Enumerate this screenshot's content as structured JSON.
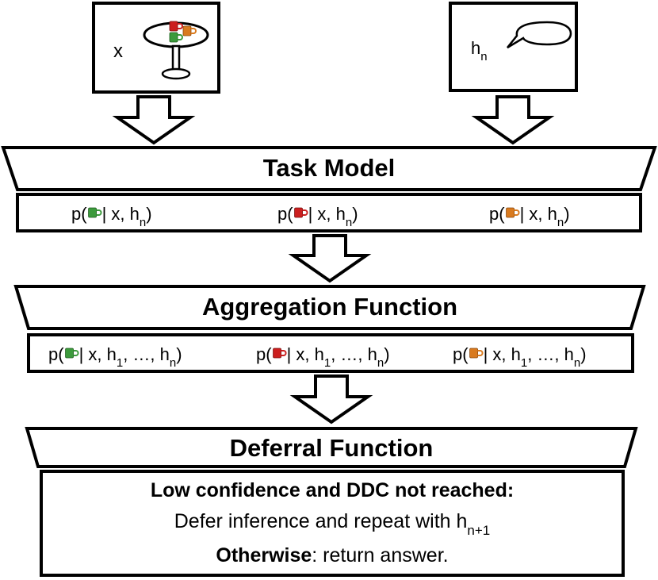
{
  "input_box": {
    "var": "x"
  },
  "hint_box": {
    "var": "h",
    "sub": "n"
  },
  "task_model": {
    "title": "Task Model",
    "probs": [
      {
        "mug": "green",
        "pre": "p(",
        "post": "| x, h",
        "sub": "n",
        "close": ")"
      },
      {
        "mug": "red",
        "pre": "p(",
        "post": "| x, h",
        "sub": "n",
        "close": ")"
      },
      {
        "mug": "orange",
        "pre": "p(",
        "post": "| x, h",
        "sub": "n",
        "close": ")"
      }
    ]
  },
  "aggregation": {
    "title": "Aggregation Function",
    "probs": [
      {
        "mug": "green",
        "pre": "p(",
        "a": "| x, h",
        "sub1": "1",
        "b": ", …, h",
        "sub2": "n",
        "close": ")"
      },
      {
        "mug": "red",
        "pre": "p(",
        "a": "| x, h",
        "sub1": "1",
        "b": ", …, h",
        "sub2": "n",
        "close": ")"
      },
      {
        "mug": "orange",
        "pre": "p(",
        "a": "| x, h",
        "sub1": "1",
        "b": ", …, h",
        "sub2": "n",
        "close": ")"
      }
    ]
  },
  "deferral": {
    "title": "Deferral Function",
    "line1": "Low confidence and DDC not reached:",
    "line2": "Defer inference and repeat with h",
    "line2_sub": "n+1",
    "line3_bold": "Otherwise",
    "line3_rest": ": return answer."
  },
  "colors": {
    "mug_green": "#3c9a3c",
    "mug_red": "#cc1f1f",
    "mug_orange": "#d97a1e",
    "stroke": "#000000"
  }
}
